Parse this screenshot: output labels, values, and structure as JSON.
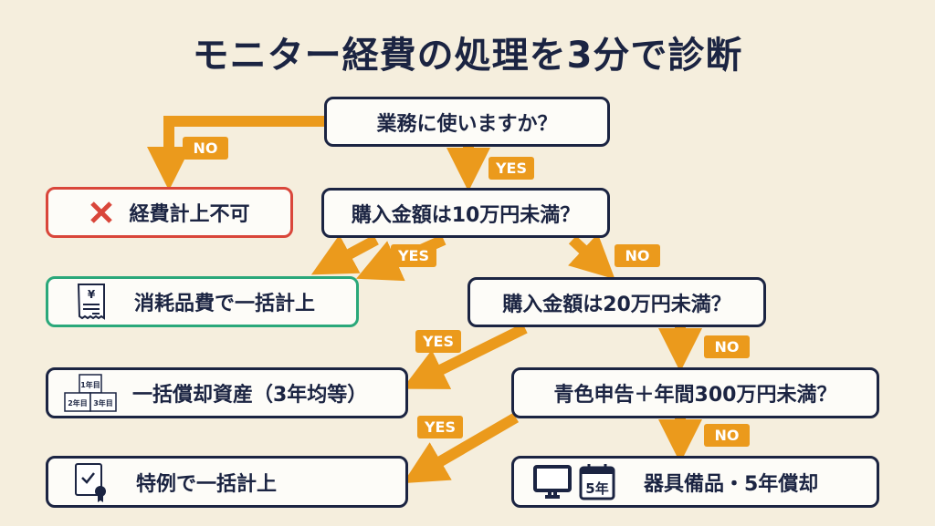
{
  "title": "モニター経費の処理を3分で診断",
  "questions": {
    "q1": "業務に使いますか？",
    "q2": "購入金額は10万円未満？",
    "q3": "購入金額は20万円未満？",
    "q4": "青色申告＋年間300万円未満？"
  },
  "results": {
    "not_allowed": "経費計上不可",
    "consumable": "消耗品費で一括計上",
    "lump_sum": "一括償却資産（3年均等）",
    "special": "特例で一括計上",
    "equipment": "器具備品・5年償却"
  },
  "labels": {
    "yes": "YES",
    "no": "NO"
  },
  "icon_text": {
    "yen": "¥",
    "year1": "1年目",
    "year2": "2年目",
    "year3": "3年目",
    "five_year": "5年"
  },
  "colors": {
    "accent": "#eb9a1c",
    "navy": "#1b2442",
    "red": "#d9463a",
    "green": "#2aa87a"
  }
}
